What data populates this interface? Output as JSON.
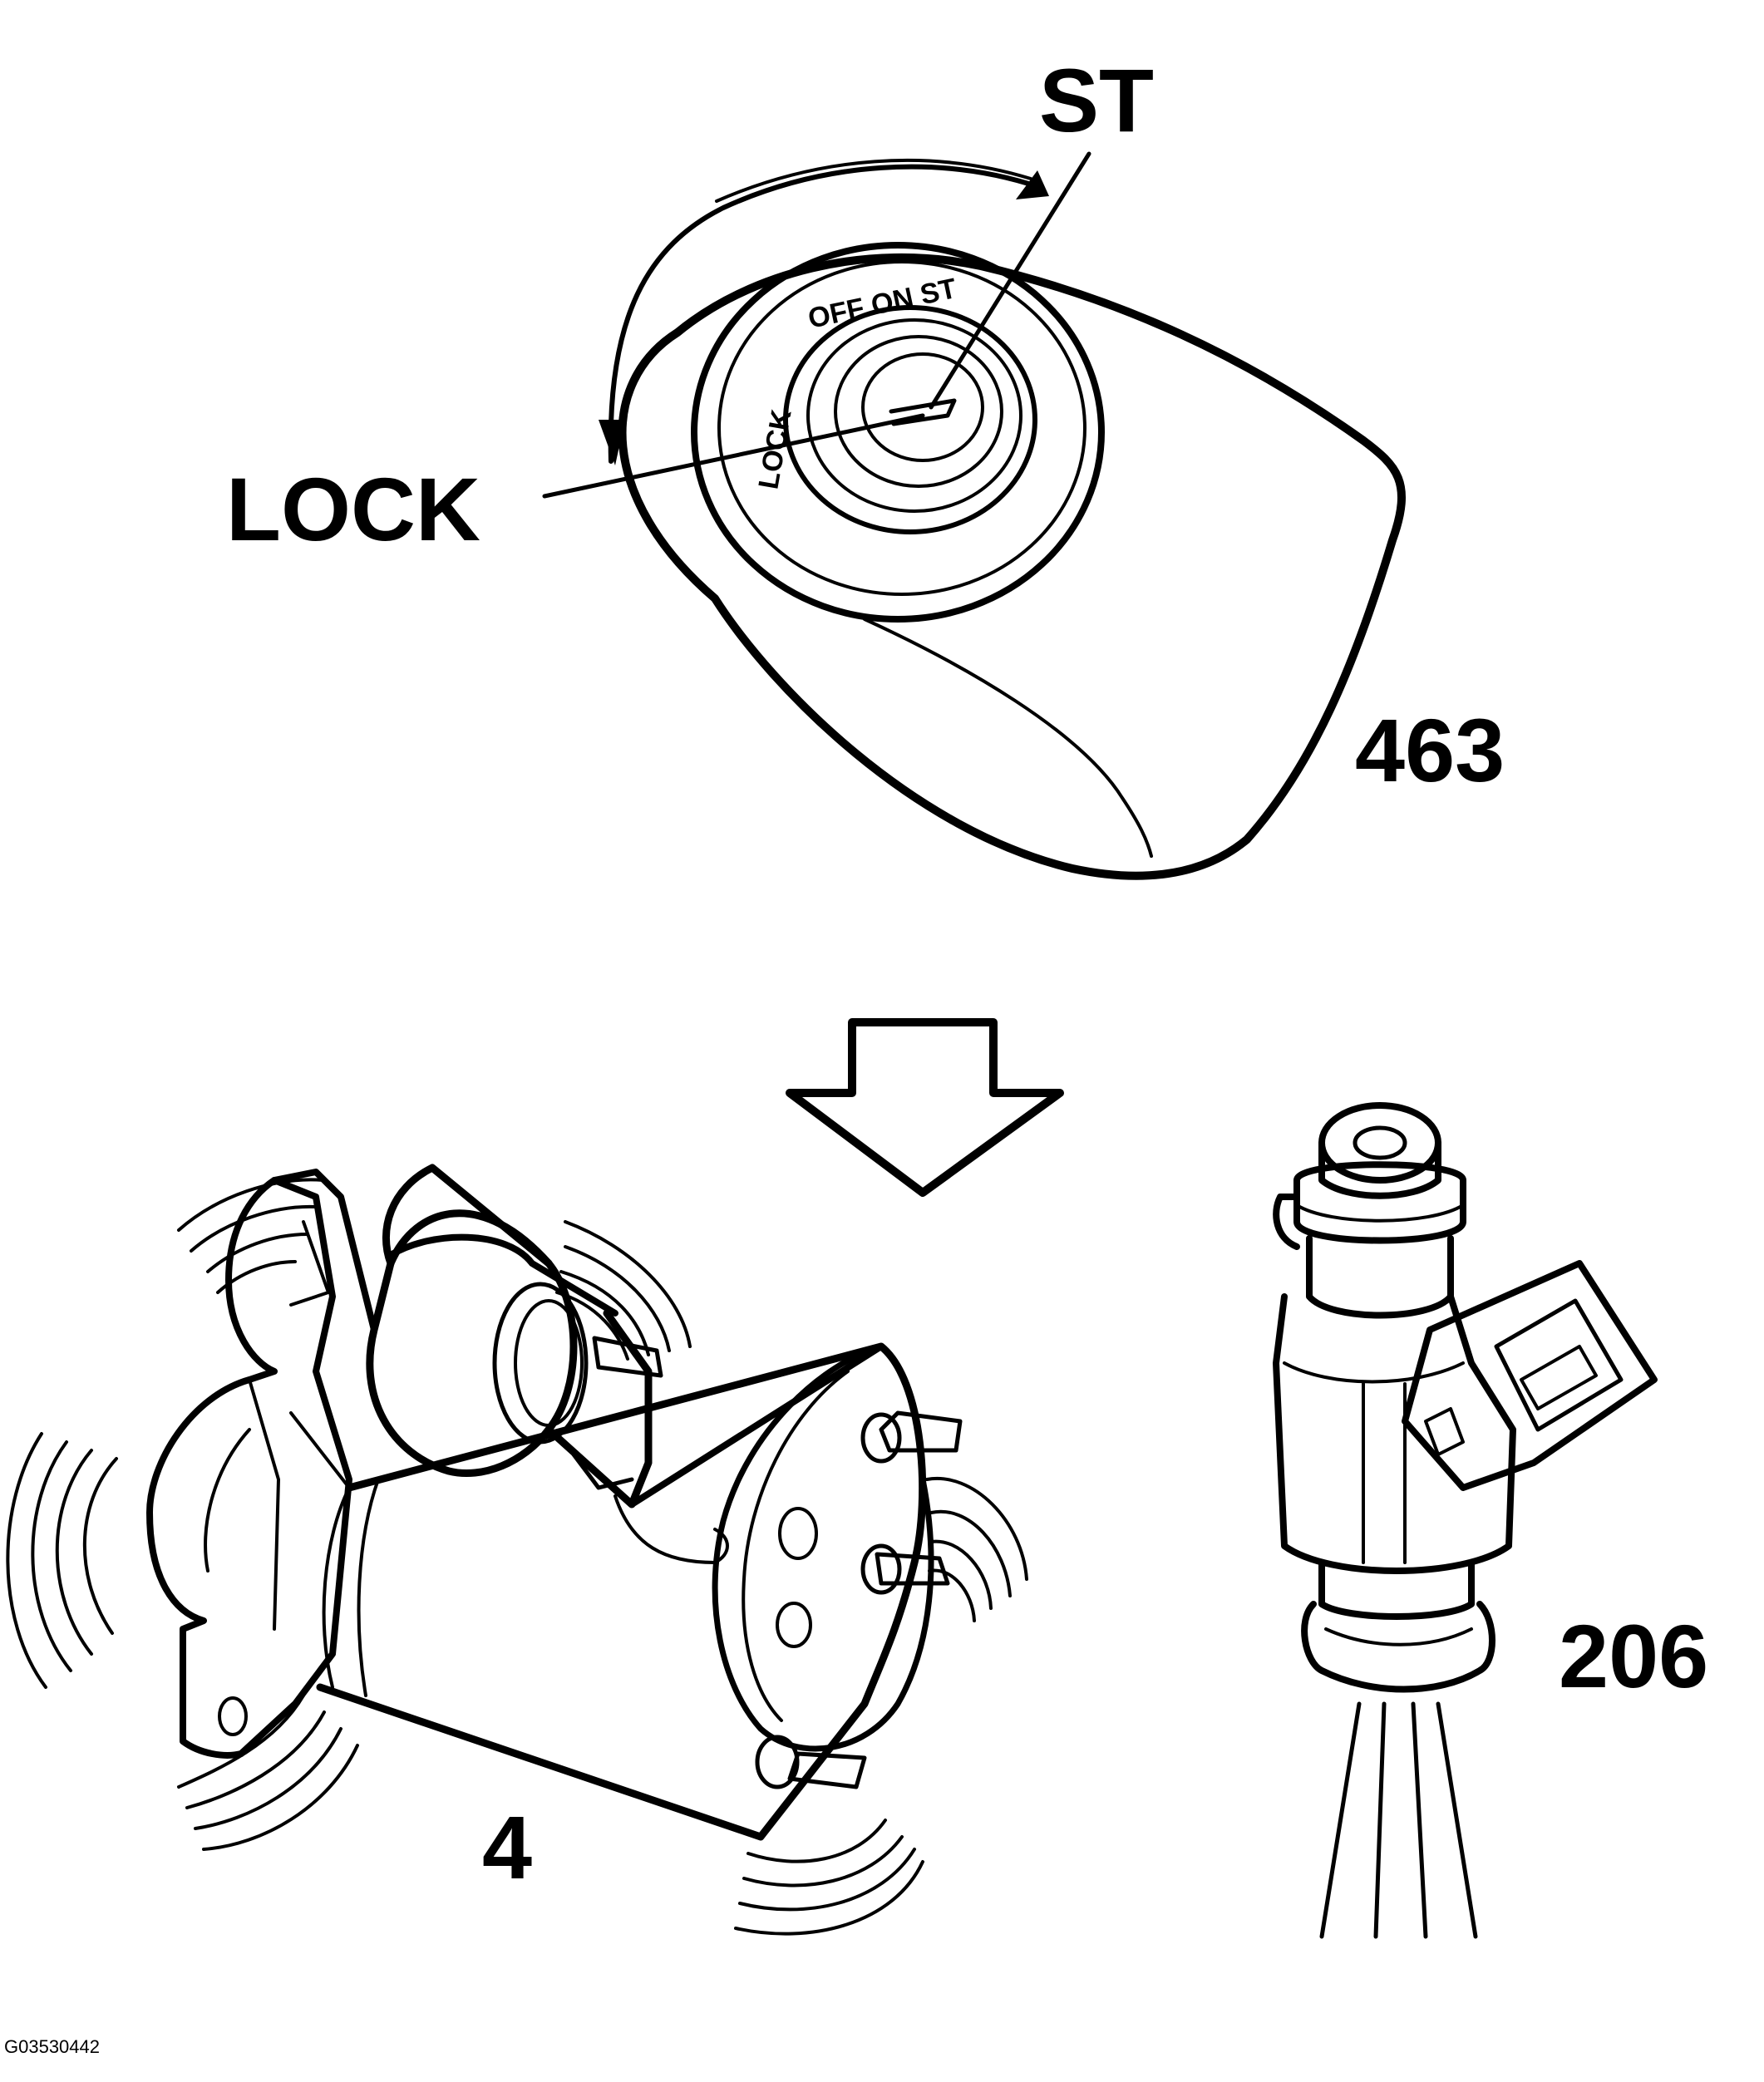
{
  "callouts": {
    "start_position": "ST",
    "lock_position": "LOCK",
    "ignition_switch_number": "463",
    "starter_number": "4",
    "injector_number": "206"
  },
  "dial_markings": {
    "lock": "LOCK",
    "off_on_st": "OFF ON ST"
  },
  "figure_id": "G03530442",
  "components": [
    "ignition switch",
    "starter motor",
    "fuel injector"
  ],
  "icons": [
    "rotation-arrow-icon",
    "down-arrow-icon",
    "vibration-lines-icon",
    "spray-lines-icon"
  ]
}
